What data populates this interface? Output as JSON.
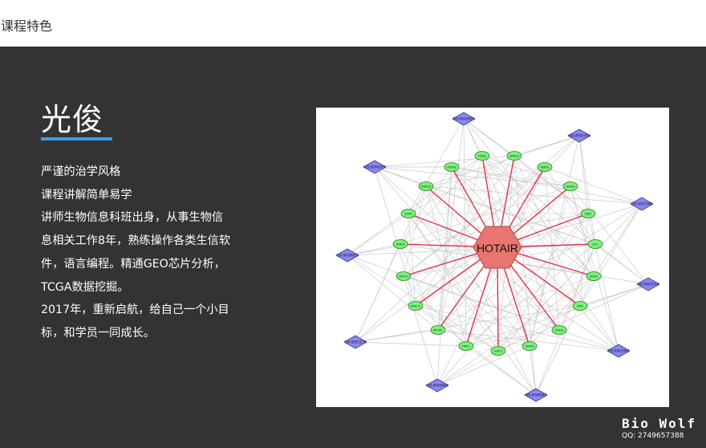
{
  "header": {
    "title": "课程特色"
  },
  "teacher": {
    "name": "光俊",
    "accent_color": "#3aa0e0",
    "lines": [
      "严谨的治学风格",
      "课程讲解简单易学",
      "讲师生物信息科班出身，从事生物信",
      "息相关工作8年，熟练操作各类生信软",
      "件，语言编程。精通GEO芯片分析，",
      "TCGA数据挖掘。",
      "2017年，重新启航，给自己一个小目",
      "标，和学员一同成长。"
    ]
  },
  "network": {
    "center_label": "HOTAIR",
    "center_color": "#e8756f",
    "gene_color": "#7cf07c",
    "term_color": "#8888ee",
    "edge_center_color": "#e0334a",
    "edge_other_color": "#c9c9c9",
    "genes": [
      "TEAD1",
      "SMAD4",
      "HOXA1",
      "HOXA3",
      "TBX5",
      "SIX1",
      "EP300",
      "NFIA",
      "ZFHX4",
      "HOXA5",
      "HOXC9",
      "TRPS1",
      "ATF4K1",
      "HOXC11",
      "HOXC10",
      "HOXC8",
      "GATA2",
      "HOXA10",
      "HOXA9"
    ],
    "terms": [
      "GO:0003002",
      "GO:0003700",
      "GO:0007389",
      "GO:0003700",
      "GO:0043565",
      "GO:0048562",
      "GO:0045944",
      "GO:0051173",
      "GO:0009952",
      "GO:0006355"
    ]
  },
  "logo": {
    "brand": "Bio  Wolf",
    "qq": "QQ: 2749657388"
  }
}
